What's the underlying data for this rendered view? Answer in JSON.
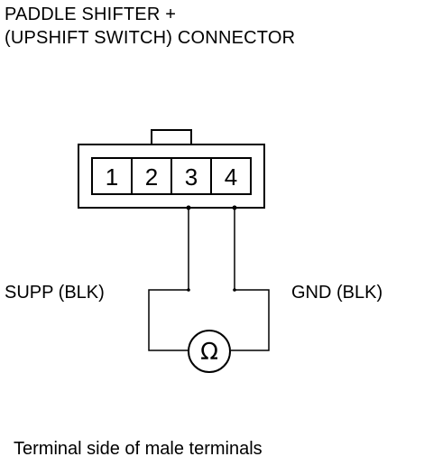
{
  "title": {
    "line1": "PADDLE SHIFTER  +",
    "line2": "(UPSHIFT SWITCH) CONNECTOR"
  },
  "connector": {
    "pins": [
      "1",
      "2",
      "3",
      "4"
    ]
  },
  "wires": {
    "left_label": "SUPP (BLK)",
    "right_label": "GND (BLK)"
  },
  "meter": {
    "symbol": "Ω"
  },
  "footer": {
    "caption": "Terminal side of male terminals"
  }
}
